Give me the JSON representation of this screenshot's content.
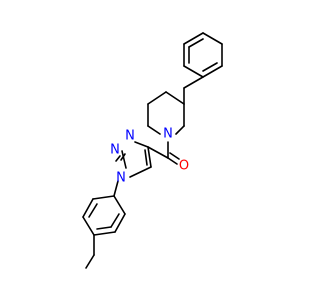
{
  "molecule": {
    "colors": {
      "bond": "#000000",
      "nitrogen": "#0000ff",
      "oxygen": "#ff0000",
      "background": "#ffffff"
    },
    "atom_labels": {
      "piperidine_n": "N",
      "carbonyl_o": "O",
      "triazole_n1": "N",
      "triazole_n2": "N",
      "triazole_n3": "N"
    }
  }
}
